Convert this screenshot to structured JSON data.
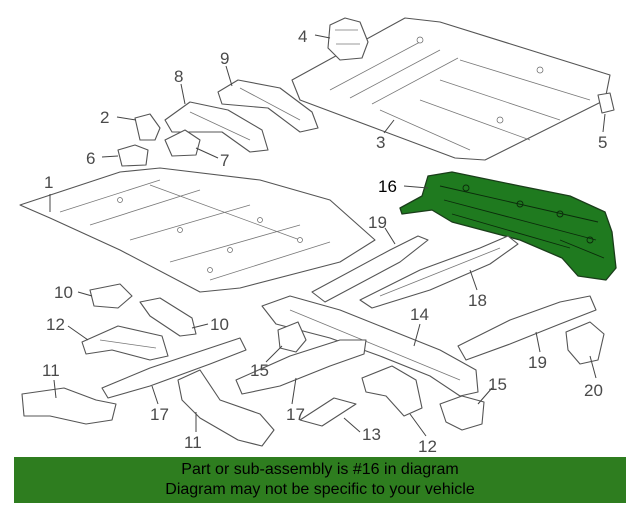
{
  "diagram": {
    "callouts": {
      "c1": "1",
      "c2": "2",
      "c3": "3",
      "c4": "4",
      "c5": "5",
      "c6": "6",
      "c7": "7",
      "c8": "8",
      "c9": "9",
      "c10a": "10",
      "c10b": "10",
      "c11a": "11",
      "c11b": "11",
      "c12a": "12",
      "c12b": "12",
      "c13": "13",
      "c14": "14",
      "c15a": "15",
      "c15b": "15",
      "c16": "16",
      "c17a": "17",
      "c17b": "17",
      "c18": "18",
      "c19a": "19",
      "c19b": "19",
      "c20": "20"
    },
    "highlight_color": "#1f7a1f"
  },
  "banner": {
    "line1": "Part or sub-assembly is #16 in diagram",
    "line2": "Diagram may not be specific to your vehicle",
    "color": "#2e7d1f"
  }
}
